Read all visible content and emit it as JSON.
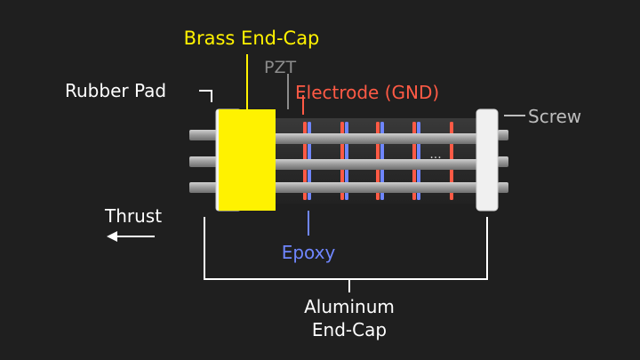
{
  "labels": {
    "brass_end_cap": "Brass End-Cap",
    "pzt": "PZT",
    "electrode_gnd": "Electrode (GND)",
    "rubber_pad": "Rubber Pad",
    "screw": "Screw",
    "thrust": "Thrust",
    "epoxy": "Epoxy",
    "aluminum_line1": "Aluminum",
    "aluminum_line2": "End-Cap",
    "ellipsis": "···"
  },
  "colors": {
    "background": "#1f1f1f",
    "white_label": "#ffffff",
    "brass": "#fff200",
    "pzt_label": "#8c8c8c",
    "electrode": "#ff5a45",
    "epoxy": "#6f86ff",
    "screw_label": "#bdbdbd",
    "rod": "#a5a5a5",
    "rubber": "#f2f2f2"
  },
  "icons": {
    "thrust_arrow": "left-arrow-icon"
  }
}
